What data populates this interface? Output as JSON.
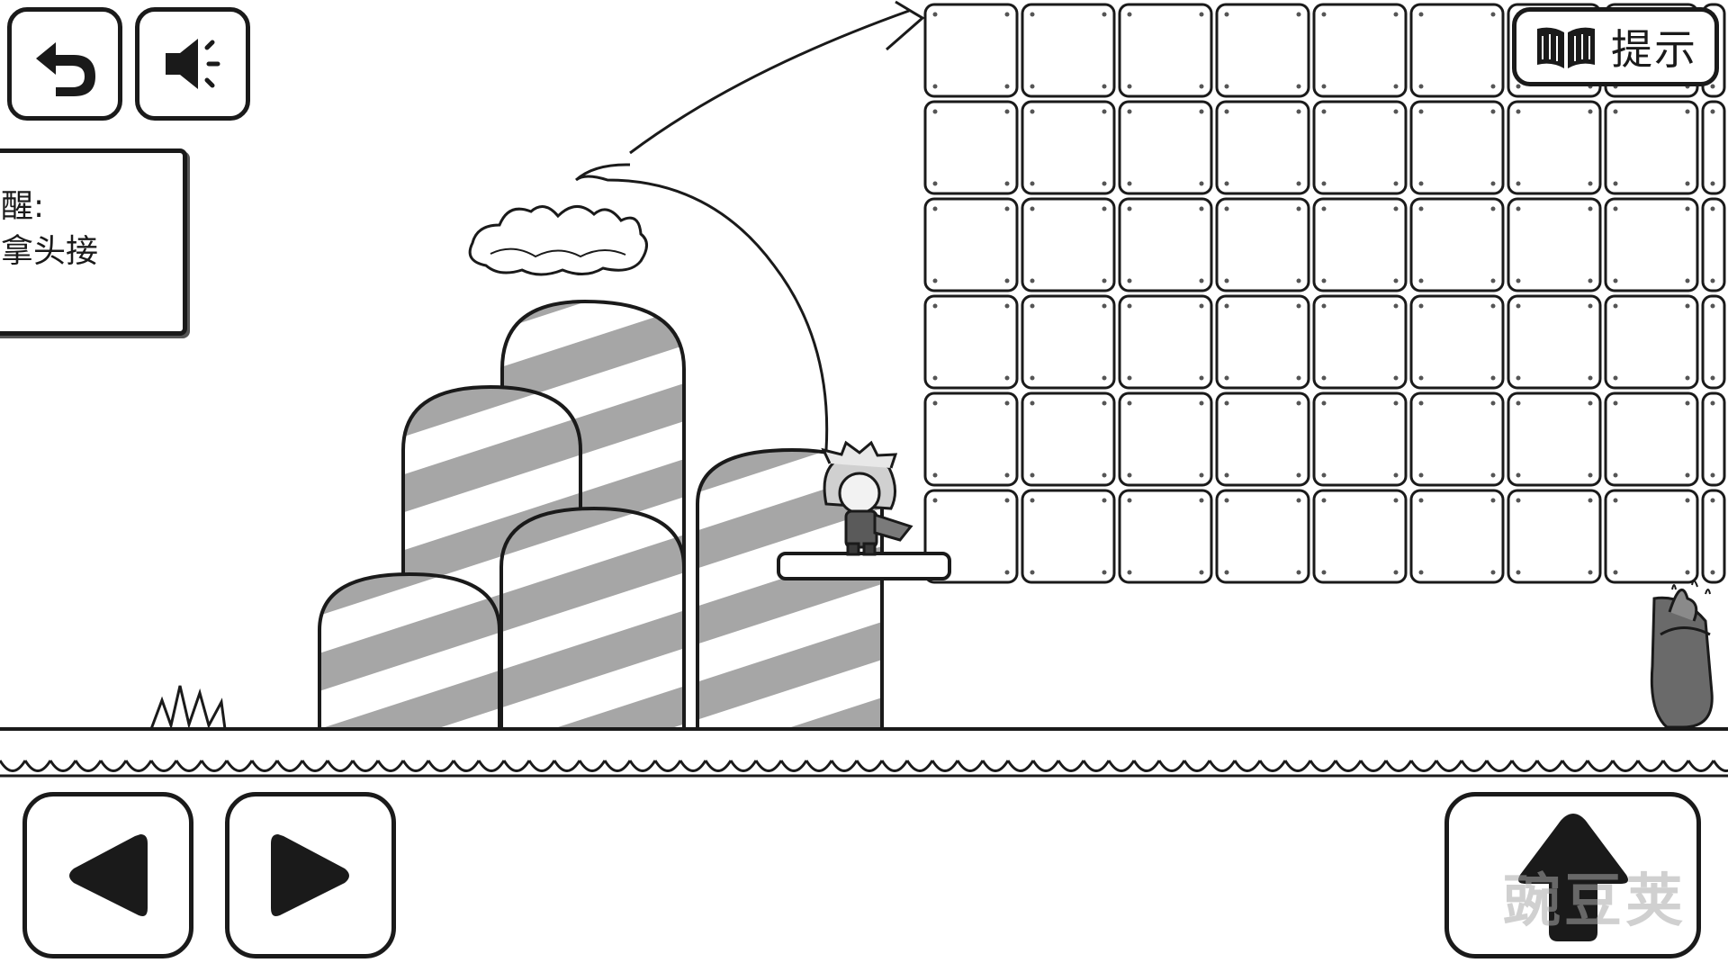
{
  "hud": {
    "undo_icon": "undo-arrow-icon",
    "sound_icon": "speaker-icon",
    "hint_icon": "open-book-icon",
    "hint_label": "提示"
  },
  "note": {
    "line1": "醒:",
    "line2": "拿头接"
  },
  "controls": {
    "left_icon": "triangle-left-icon",
    "right_icon": "triangle-right-icon",
    "jump_icon": "arrow-up-icon"
  },
  "watermark": {
    "text": "豌豆荚"
  },
  "colors": {
    "ink": "#1a1a1a",
    "stripe": "#a6a6a6",
    "background": "#ffffff"
  }
}
